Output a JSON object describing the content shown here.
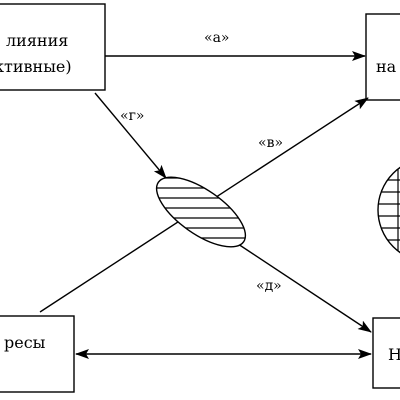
{
  "boxes": {
    "top_left_line1": "лияния",
    "top_left_line2": "ктивные)",
    "top_right": "на",
    "bottom_left": "ресы",
    "bottom_right": "Н"
  },
  "arrow_labels": {
    "a": "«а»",
    "g": "«г»",
    "v": "«в»",
    "d": "«д»"
  }
}
